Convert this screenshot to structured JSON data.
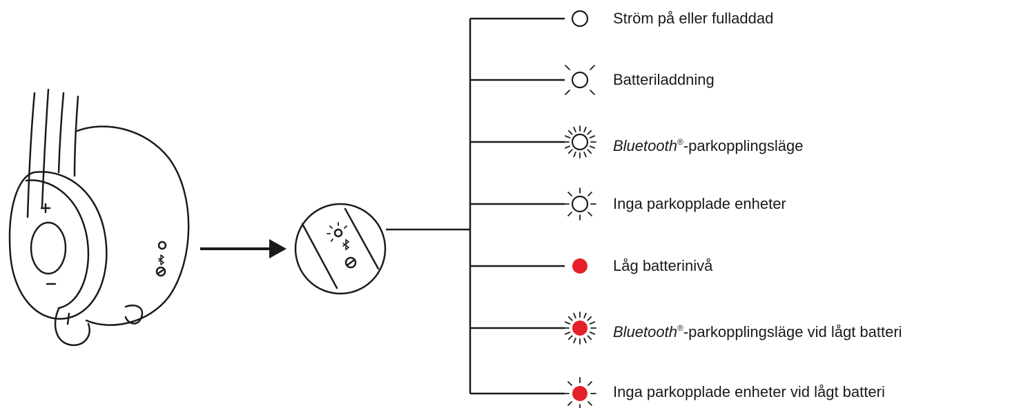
{
  "colors": {
    "line": "#1a1a1a",
    "led_red": "#e5202a",
    "background": "#ffffff"
  },
  "headset": {
    "plus_label": "+",
    "minus_label": "–"
  },
  "legend": [
    {
      "id": "power-on",
      "icon": "led-off-steady",
      "text": "Ström på eller fulladdad"
    },
    {
      "id": "charging",
      "icon": "led-off-slow-blink",
      "text": "Batteriladdning"
    },
    {
      "id": "bt-pairing",
      "icon": "led-off-fast-blink",
      "brand": "Bluetooth",
      "reg": "®",
      "text": "-parkopplingsläge"
    },
    {
      "id": "no-paired",
      "icon": "led-off-dash-blink",
      "text": "Inga parkopplade enheter"
    },
    {
      "id": "low-battery",
      "icon": "led-red-steady",
      "text": "Låg batterinivå"
    },
    {
      "id": "bt-pairing-low",
      "icon": "led-red-fast-blink",
      "brand": "Bluetooth",
      "reg": "®",
      "text": "-parkopplingsläge vid lågt batteri"
    },
    {
      "id": "no-paired-low",
      "icon": "led-red-dash-blink",
      "text": "Inga parkopplade enheter vid lågt batteri"
    }
  ]
}
